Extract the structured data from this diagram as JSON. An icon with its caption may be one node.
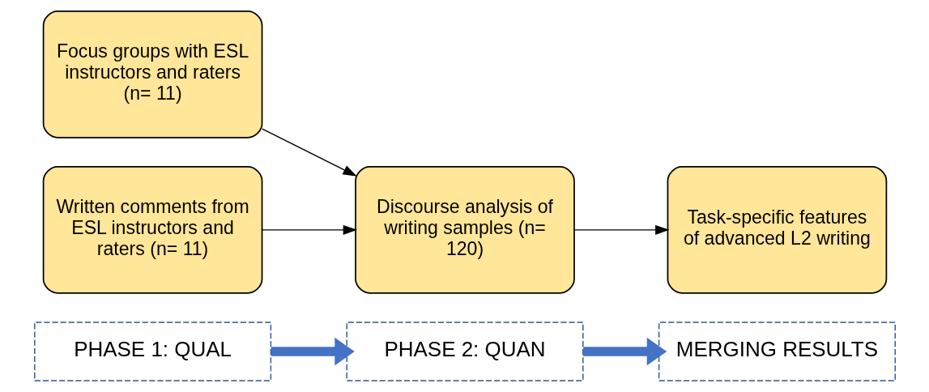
{
  "diagram": {
    "nodes": [
      {
        "text": [
          "Focus groups with ESL instructors and raters (n= 11)"
        ]
      },
      {
        "text": [
          "Written comments from ESL instructors and raters (n= 11)"
        ]
      },
      {
        "text": [
          "Discourse analysis of writing samples (n= 120)"
        ]
      },
      {
        "text": [
          "Task-specific features of advanced L2 writing"
        ]
      },
      {
        "text": [
          "PHASE 1: QUAL"
        ]
      },
      {
        "text": [
          "PHASE 2: QUAN"
        ]
      },
      {
        "text": [
          "MERGING RESULTS"
        ]
      }
    ],
    "edges": [
      {
        "from": 0,
        "to": 2,
        "arrow": "to"
      },
      {
        "from": 1,
        "to": 2,
        "arrow": "to"
      },
      {
        "from": 2,
        "to": 3,
        "arrow": "to"
      },
      {
        "from": 4,
        "to": 5,
        "arrow": "to",
        "style": "thick",
        "color": "#4472c4"
      },
      {
        "from": 5,
        "to": 6,
        "arrow": "to",
        "style": "thick",
        "color": "#4472c4"
      }
    ]
  }
}
